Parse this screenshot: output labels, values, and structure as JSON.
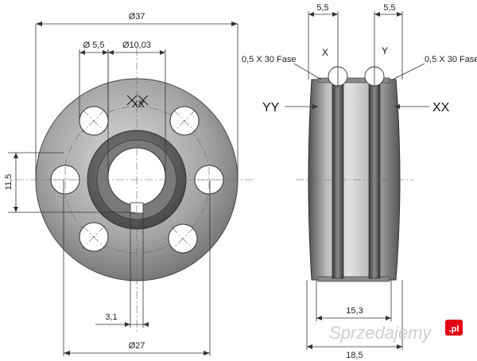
{
  "front_view": {
    "dim_outer_diameter": "Ø37",
    "dim_hole_diameter": "Ø 5,5",
    "dim_bore_diameter": "Ø10,03",
    "dim_vertical_offset": "11,5",
    "dim_keyway_width": "3,1",
    "dim_pitch_diameter": "Ø27",
    "engraved_mark": "XX"
  },
  "side_view": {
    "dim_left_groove": "5,5",
    "dim_right_groove": "5,5",
    "label_groove_x": "X",
    "label_groove_y": "Y",
    "chamfer_left": "0,5 X 30 Fase",
    "chamfer_right": "0,5 X 30 Fase",
    "label_side_yy": "YY",
    "label_side_xx": "XX",
    "dim_inner_width": "15,3",
    "dim_total_width": "18,5"
  },
  "watermark": {
    "text": "Sprzedajemy",
    "badge": ".pl"
  },
  "colors": {
    "metal_dark": "#5a5a5a",
    "metal_mid": "#9a9a9a",
    "metal_light": "#d0d0d0",
    "watermark_badge": "#e30613"
  }
}
